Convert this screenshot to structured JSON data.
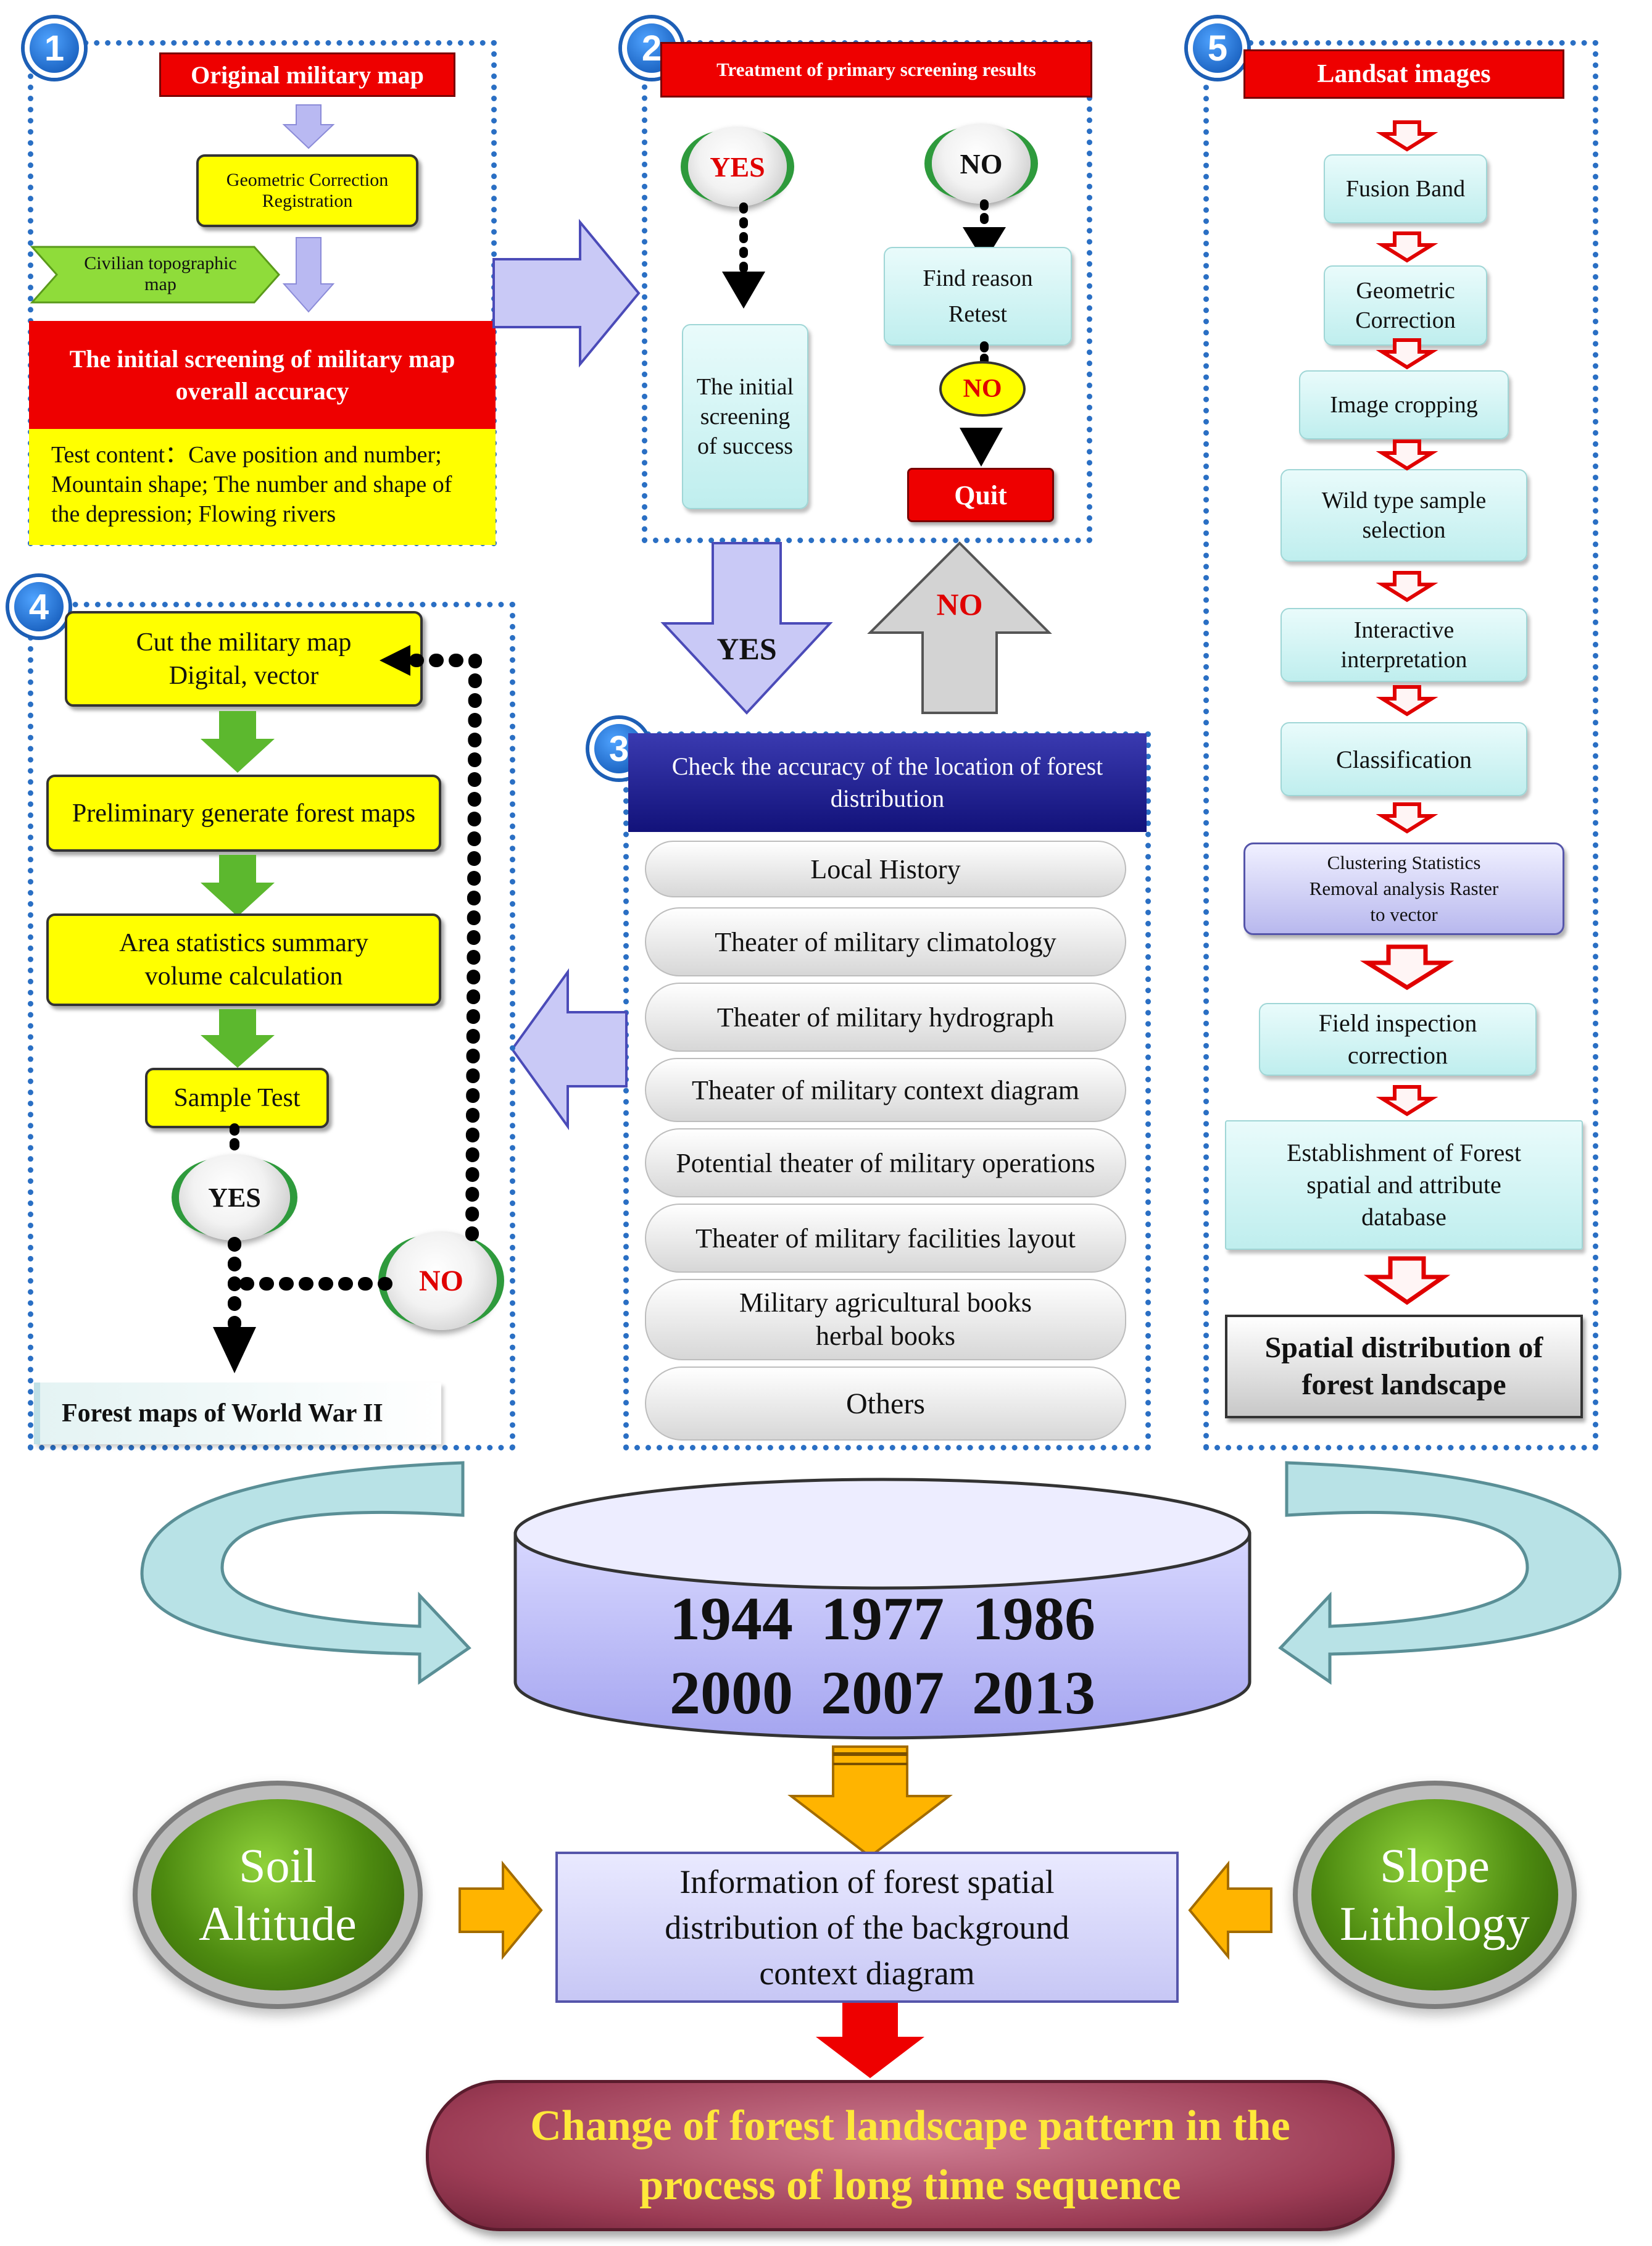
{
  "panel1": {
    "badge": "1",
    "title": "Original military map",
    "geo_box": "Geometric Correction Registration",
    "civilian": "Civilian topographic map",
    "screening_title": "The initial screening of military map overall accuracy",
    "test_content": "Test content：Cave position and number; Mountain shape; The number and shape of the depression; Flowing rivers"
  },
  "panel2": {
    "badge": "2",
    "title": "Treatment of primary screening results",
    "yes": "YES",
    "no": "NO",
    "success": "The initial screening of success",
    "find_reason": "Find reason Retest",
    "no_oval": "NO",
    "quit": "Quit"
  },
  "arrows": {
    "yes_down": "YES",
    "no_up": "NO"
  },
  "panel3": {
    "badge": "3",
    "title": "Check the accuracy of the location of forest distribution",
    "items": [
      "Local History",
      "Theater of military climatology",
      "Theater of military hydrograph",
      "Theater of military context diagram",
      "Potential theater of military operations",
      "Theater of military facilities layout",
      "Military agricultural books herbal books",
      "Others"
    ]
  },
  "panel4": {
    "badge": "4",
    "cut": "Cut the military map Digital, vector",
    "preliminary": "Preliminary generate forest maps",
    "area": "Area statistics summary volume calculation",
    "sample": "Sample Test",
    "yes": "YES",
    "no": "NO",
    "forest_maps": "Forest maps of World War II"
  },
  "panel5": {
    "badge": "5",
    "title": "Landsat images",
    "steps": [
      "Fusion Band",
      "Geometric Correction",
      "Image cropping",
      "Wild type sample selection",
      "Interactive interpretation",
      "Classification",
      "Clustering Statistics Removal analysis Raster to vector",
      "Field inspection correction",
      "Establishment of Forest spatial and attribute database"
    ],
    "final": "Spatial distribution of forest landscape"
  },
  "database": {
    "row1": "1944 1977 1986",
    "row2": "2000 2007 2013"
  },
  "factors": {
    "left": [
      "Soil",
      "Altitude"
    ],
    "right": [
      "Slope",
      "Lithology"
    ]
  },
  "info_box": "Information of forest spatial distribution of the background context diagram",
  "result": "Change of forest landscape pattern in the process of long time sequence",
  "colors": {
    "red": "#ee0000",
    "yellow": "#ffff00",
    "blue_dotted": "#2a6fc4",
    "navy": "#1a1a8c",
    "lavender": "#c9c9f6",
    "cyan_box": "#d4f5f5",
    "green_arrow": "#5cb82e",
    "orange_arrow": "#ffb400",
    "maroon": "#9c3c55",
    "gold_text": "#ffe83a"
  }
}
